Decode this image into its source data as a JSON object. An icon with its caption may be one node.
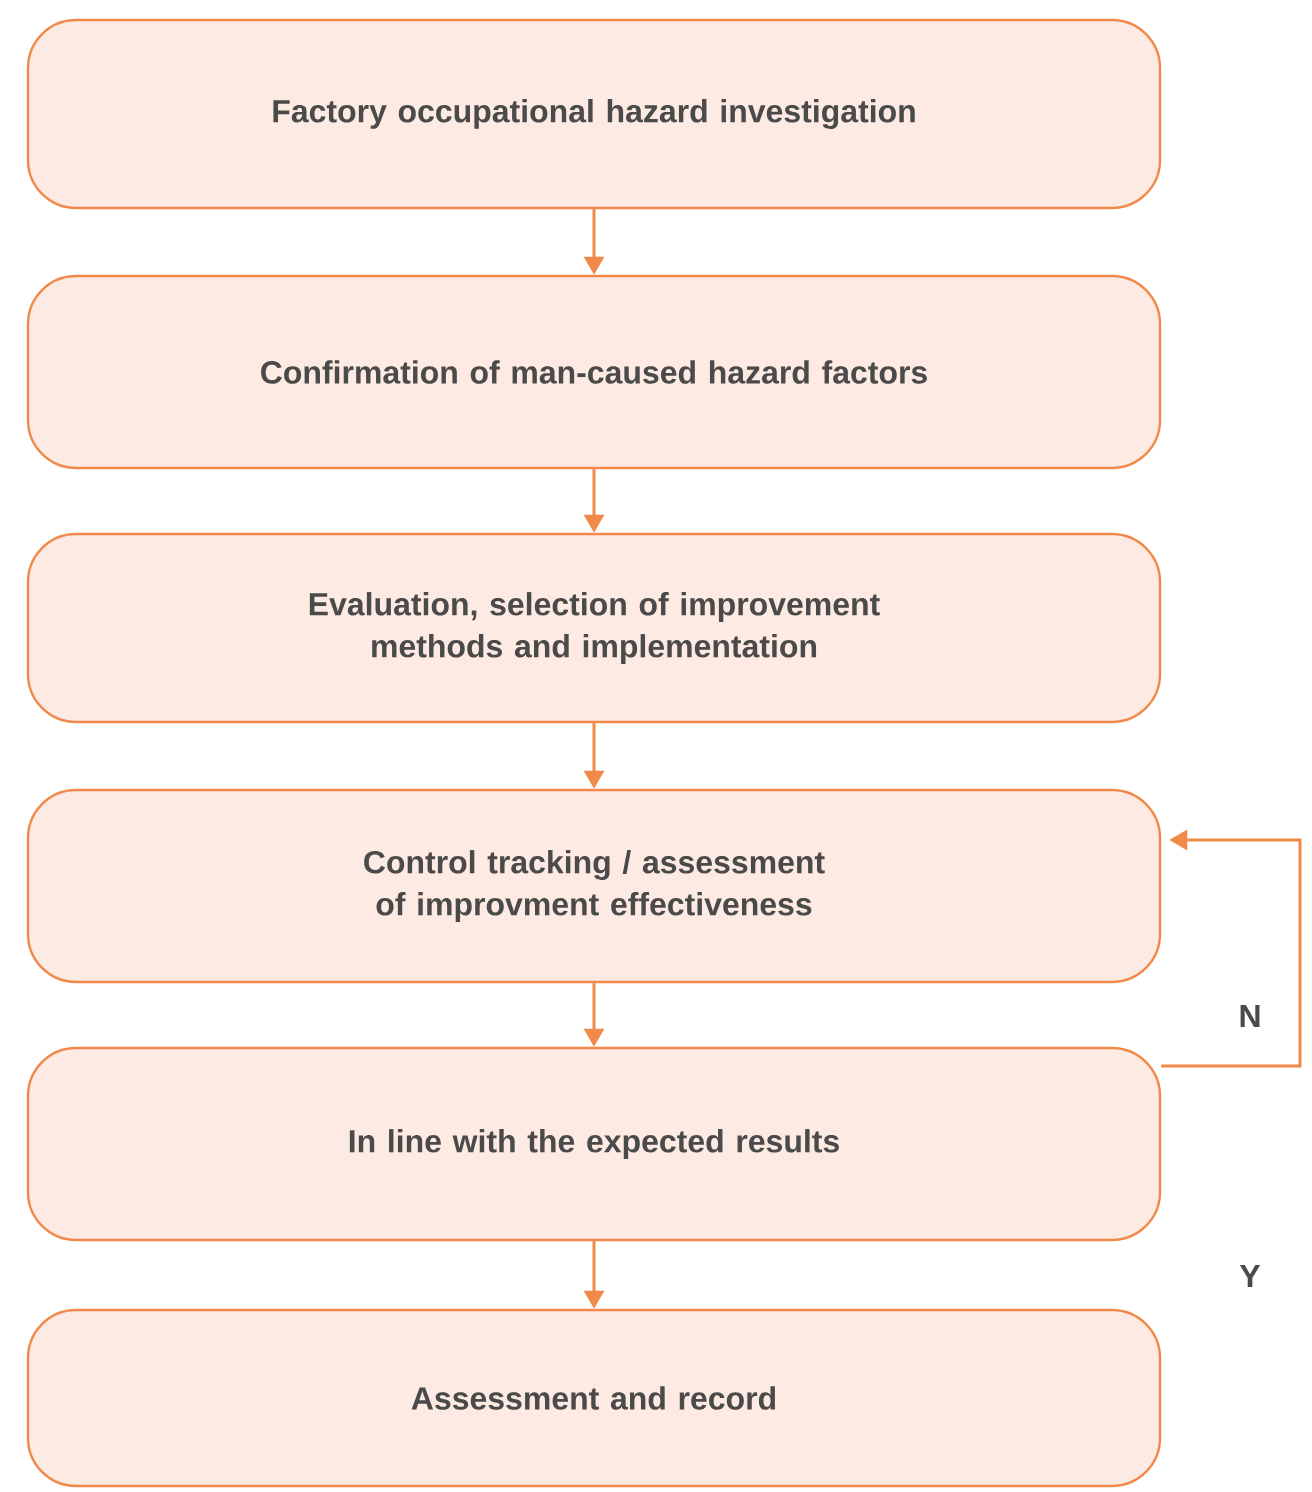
{
  "diagram": {
    "nodes": [
      {
        "text": [
          "Factory occupational hazard investigation"
        ]
      },
      {
        "text": [
          "Confirmation of man-caused hazard factors"
        ]
      },
      {
        "text": [
          "Evaluation, selection of improvement methods and implementation"
        ]
      },
      {
        "text": [
          "Control tracking / assessment of improvment effectiveness"
        ]
      },
      {
        "text": [
          "In line with the expected results"
        ]
      },
      {
        "text": [
          "Assessment and record"
        ]
      }
    ],
    "edges": [
      {
        "from": 0,
        "to": 1,
        "arrow": "to"
      },
      {
        "from": 1,
        "to": 2,
        "arrow": "to"
      },
      {
        "from": 2,
        "to": 3,
        "arrow": "to"
      },
      {
        "from": 3,
        "to": 4,
        "arrow": "to"
      },
      {
        "from": 4,
        "to": 5,
        "arrow": "to"
      },
      {
        "from": 4,
        "to": 3,
        "arrow": "to",
        "label": "N"
      }
    ],
    "labels": [
      "Y"
    ]
  }
}
